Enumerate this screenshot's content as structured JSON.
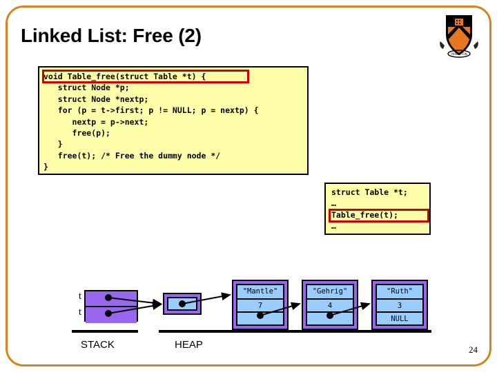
{
  "slide": {
    "title": "Linked List: Free (2)",
    "page_number": "24",
    "frame_color": "#d2841e",
    "logo_name": "princeton-shield-crest"
  },
  "code_box": {
    "background": "#ffffaa",
    "text": "void Table_free(struct Table *t) {\n   struct Node *p;\n   struct Node *nextp;\n   for (p = t->first; p != NULL; p = nextp) {\n      nextp = p->next;\n      free(p);\n   }\n   free(t); /* Free the dummy node */\n}",
    "highlight_color": "#cc0000",
    "highlighted_line": "void Table_free(struct Table *t) {"
  },
  "caller_box": {
    "background": "#ffffaa",
    "text": "struct Table *t;\n…\nTable_free(t);\n…",
    "highlight_color": "#cc0000",
    "highlighted_line": "Table_free(t);"
  },
  "diagram": {
    "stack": {
      "region_label": "STACK",
      "cell_color": "#9966ee",
      "variables": [
        {
          "label": "t"
        },
        {
          "label": "t"
        }
      ]
    },
    "heap": {
      "region_label": "HEAP",
      "node_border_color": "#9966ee",
      "node_fill_color": "#99ccff",
      "dummy_node": {
        "name": "dummy-node",
        "value": ""
      },
      "nodes": [
        {
          "key": "\"Mantle\"",
          "value": "7",
          "next": "pointer"
        },
        {
          "key": "\"Gehrig\"",
          "value": "4",
          "next": "pointer"
        },
        {
          "key": "\"Ruth\"",
          "value": "3",
          "next": "NULL"
        }
      ]
    }
  }
}
